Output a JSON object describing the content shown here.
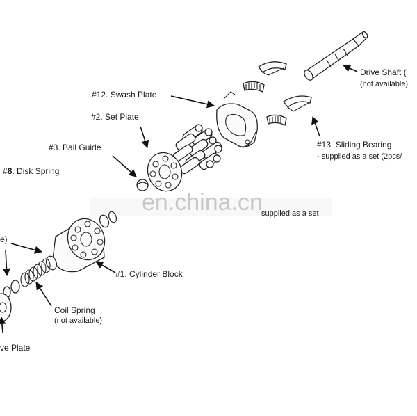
{
  "labels": {
    "swash_plate": "#12. Swash Plate",
    "set_plate": "#2. Set Plate",
    "ball_guide": "#3. Ball Guide",
    "disk_spring_prefix": "#",
    "disk_spring_num": "8",
    "disk_spring_text": ". Disk Spring",
    "cylinder_block": "#1. Cylinder Block",
    "coil_spring": "Coil Spring",
    "coil_spring_note": "(not available)",
    "valve_plate": "ve Plate",
    "left_cut": "e)",
    "drive_shaft": "Drive Shaft (",
    "drive_shaft_note": "(not available)",
    "sliding_bearing": "#13. Sliding Bearing",
    "sliding_bearing_note": "- supplied as a set (2pcs/",
    "obscured_note": "supplied as a set"
  },
  "watermark": "en.china.cn",
  "colors": {
    "ink": "#222222",
    "watermark": "#c8c8c8",
    "background": "#ffffff"
  }
}
